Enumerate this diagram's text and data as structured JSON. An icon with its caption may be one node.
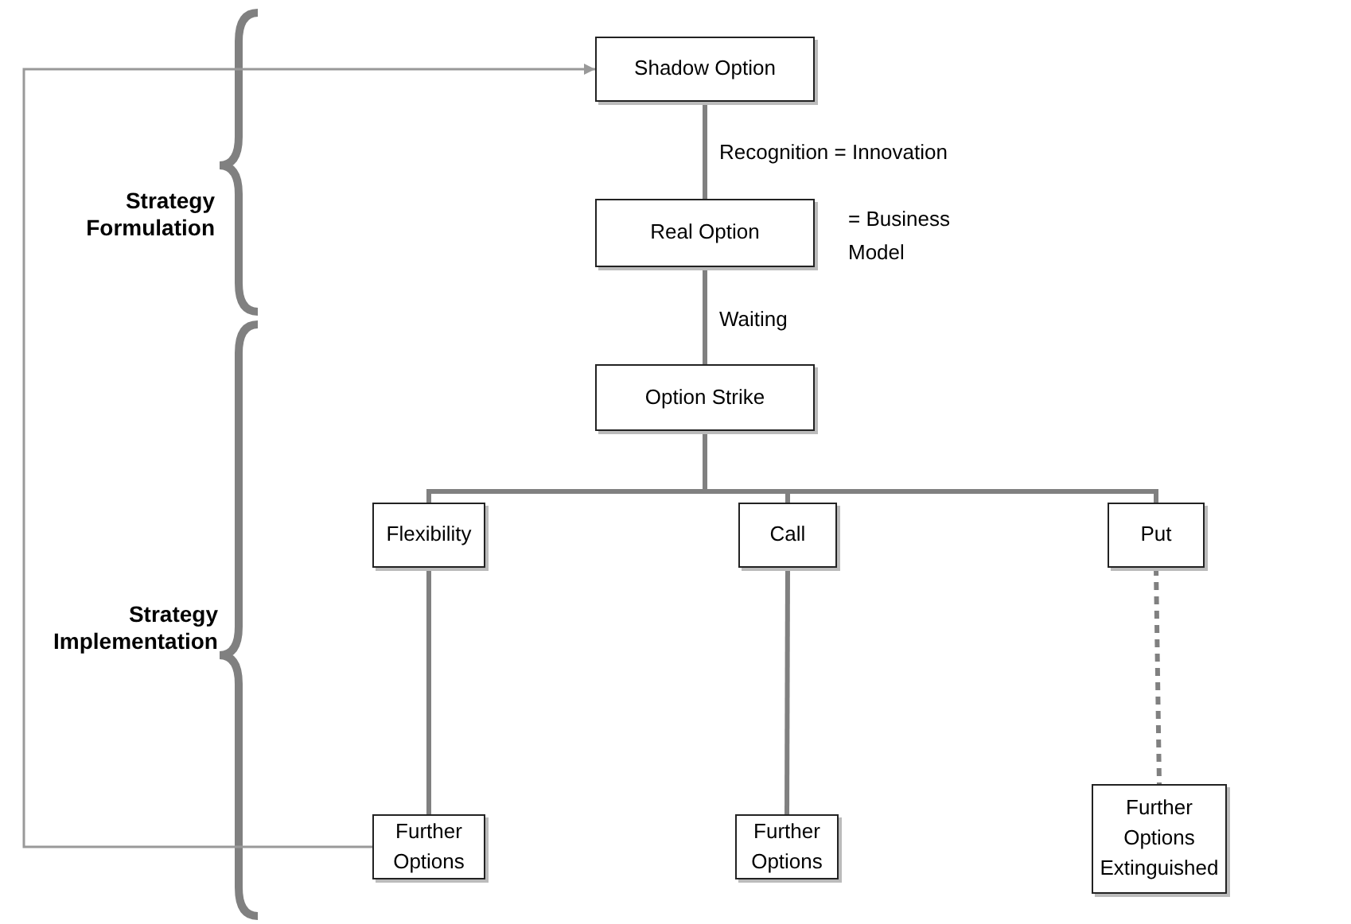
{
  "diagram": {
    "nodes": [
      {
        "text": [
          "Shadow Option"
        ]
      },
      {
        "text": [
          "Real Option"
        ],
        "beside": [
          "= Business Model"
        ]
      },
      {
        "text": [
          "Option Strike"
        ]
      },
      {
        "text": [
          "Flexibility"
        ]
      },
      {
        "text": [
          "Call"
        ]
      },
      {
        "text": [
          "Put"
        ]
      },
      {
        "text": [
          "Further Options"
        ]
      },
      {
        "text": [
          "Further Options"
        ]
      },
      {
        "text": [
          "Further Options Extinguished"
        ]
      }
    ],
    "edges": [
      {
        "from": 0,
        "to": 1,
        "arrow": "none",
        "label": "Recognition = Innovation"
      },
      {
        "from": 1,
        "to": 2,
        "arrow": "none",
        "label": "Waiting"
      },
      {
        "from": 2,
        "to": 3,
        "arrow": "none"
      },
      {
        "from": 2,
        "to": 4,
        "arrow": "none"
      },
      {
        "from": 2,
        "to": 5,
        "arrow": "none"
      },
      {
        "from": 3,
        "to": 6,
        "arrow": "none"
      },
      {
        "from": 4,
        "to": 7,
        "arrow": "none"
      },
      {
        "from": 5,
        "to": 8,
        "arrow": "none",
        "style": "dashed"
      },
      {
        "from": 6,
        "to": 0,
        "arrow": "to",
        "color": "#999999"
      }
    ],
    "labels": [
      "Strategy Formulation",
      "Strategy Implementation"
    ]
  }
}
